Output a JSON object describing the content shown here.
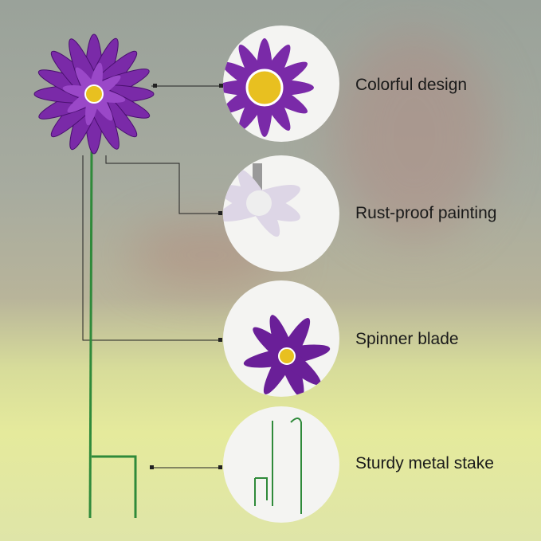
{
  "features": [
    {
      "label": "Colorful design",
      "icon": "flower-closeup-icon"
    },
    {
      "label": "Rust-proof painting",
      "icon": "painted-bolt-icon"
    },
    {
      "label": "Spinner blade",
      "icon": "spinner-blade-icon"
    },
    {
      "label": "Sturdy metal stake",
      "icon": "metal-stake-icon"
    }
  ],
  "colors": {
    "petal": "#7a2aa8",
    "center": "#e8c020",
    "stem": "#2f8a3a"
  }
}
